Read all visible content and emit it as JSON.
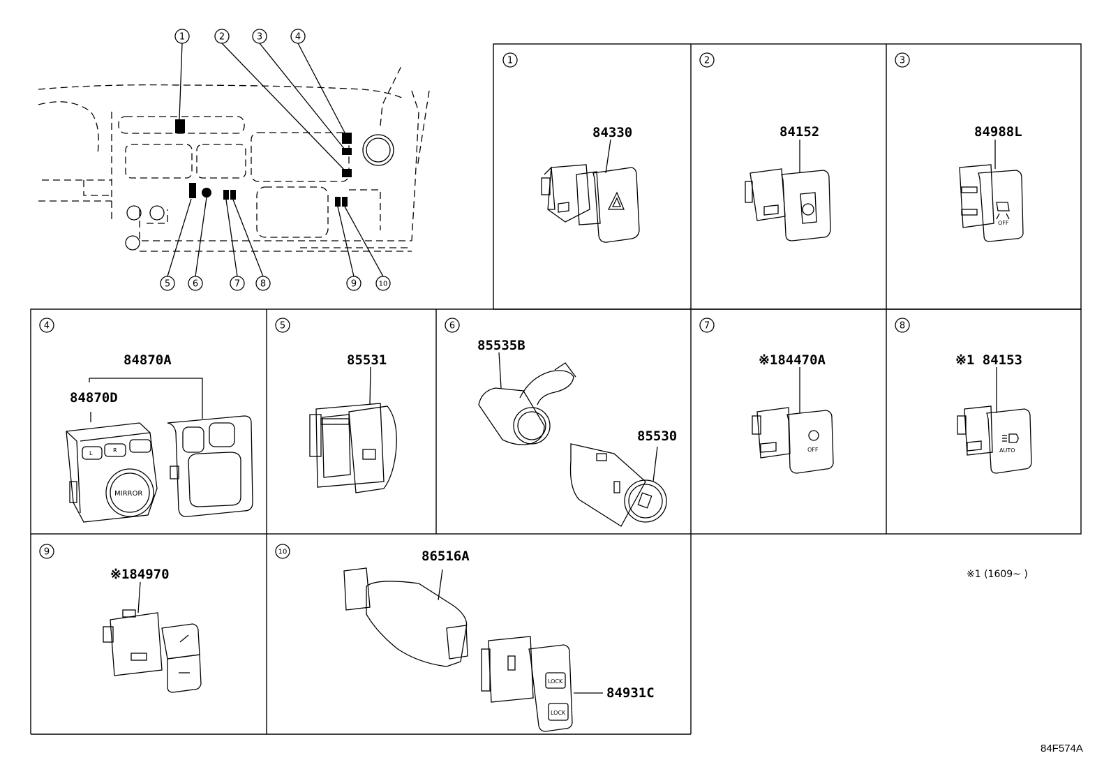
{
  "overview": {
    "callouts": [
      "1",
      "2",
      "3",
      "4",
      "5",
      "6",
      "7",
      "8",
      "9",
      "10"
    ]
  },
  "panels": [
    {
      "number": "1",
      "parts": [
        "84330"
      ]
    },
    {
      "number": "2",
      "parts": [
        "84152"
      ]
    },
    {
      "number": "3",
      "parts": [
        "84988L"
      ]
    },
    {
      "number": "4",
      "parts": [
        "84870A",
        "84870D"
      ]
    },
    {
      "number": "5",
      "parts": [
        "85531"
      ]
    },
    {
      "number": "6",
      "parts": [
        "85535B",
        "85530"
      ]
    },
    {
      "number": "7",
      "parts": [
        "※184470A"
      ]
    },
    {
      "number": "8",
      "parts": [
        "※1 84153"
      ]
    },
    {
      "number": "9",
      "parts": [
        "※184970"
      ]
    },
    {
      "number": "10",
      "parts": [
        "86516A",
        "84931C"
      ]
    }
  ],
  "switch_labels": {
    "mirror": "MIRROR",
    "mirror_l": "L",
    "mirror_r": "R",
    "a_off": "OFF",
    "auto": "AUTO",
    "off": "OFF",
    "lock": "LOCK"
  },
  "footnote": "※1 (1609~        )",
  "diagram_code": "84F574A"
}
